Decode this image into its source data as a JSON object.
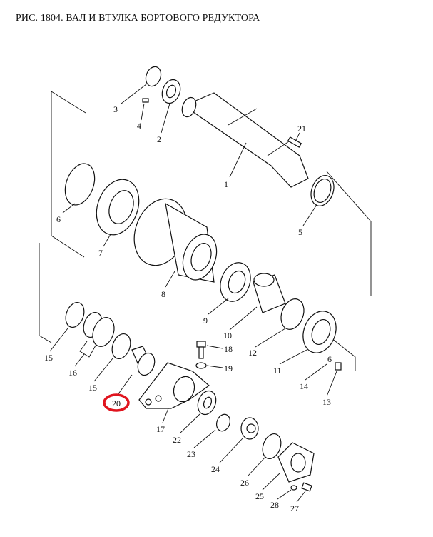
{
  "title": "РИС. 1804. ВАЛ И ВТУЛКА БОРТОВОГО РЕДУКТОРА",
  "highlight_color": "#e0141e",
  "labels": [
    "3",
    "4",
    "2",
    "21",
    "1",
    "6",
    "5",
    "7",
    "8",
    "9",
    "10",
    "12",
    "18",
    "19",
    "11",
    "15",
    "16",
    "15",
    "14",
    "6",
    "13",
    "20",
    "17",
    "22",
    "23",
    "24",
    "26",
    "25",
    "28",
    "27"
  ],
  "highlighted_label": "20"
}
